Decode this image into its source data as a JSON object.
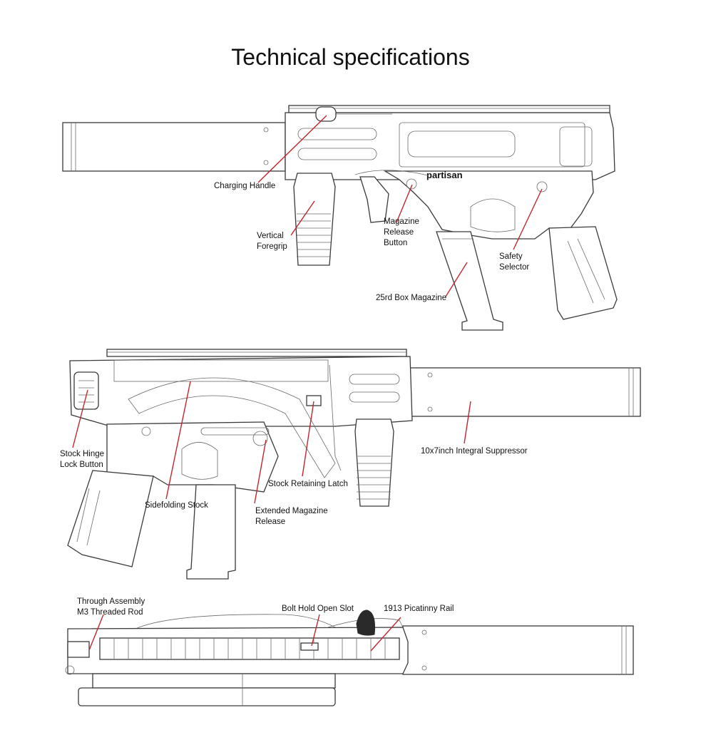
{
  "title": "Technical specifications",
  "accent_color": "#c0262d",
  "views": [
    {
      "name": "right-side-view",
      "callouts": [
        {
          "id": "charging-handle",
          "lines": [
            "Charging Handle"
          ]
        },
        {
          "id": "vertical-foregrip",
          "lines": [
            "Vertical",
            "Foregrip"
          ]
        },
        {
          "id": "magazine-release-button",
          "lines": [
            "Magazine",
            "Release",
            "Button"
          ]
        },
        {
          "id": "safety-selector",
          "lines": [
            "Safety",
            "Selector"
          ]
        },
        {
          "id": "box-magazine",
          "lines": [
            "25rd Box Magazine"
          ]
        }
      ]
    },
    {
      "name": "left-side-view",
      "callouts": [
        {
          "id": "stock-hinge-lock-button",
          "lines": [
            "Stock Hinge",
            "Lock Button"
          ]
        },
        {
          "id": "sidefolding-stock",
          "lines": [
            "Sidefolding Stock"
          ]
        },
        {
          "id": "extended-magazine-release",
          "lines": [
            "Extended Magazine",
            "Release"
          ]
        },
        {
          "id": "stock-retaining-latch",
          "lines": [
            "Stock Retaining Latch"
          ]
        },
        {
          "id": "integral-suppressor",
          "lines": [
            "10x7inch Integral Suppressor"
          ]
        }
      ]
    },
    {
      "name": "top-view",
      "callouts": [
        {
          "id": "through-assembly-rod",
          "lines": [
            "Through Assembly",
            "M3 Threaded Rod"
          ]
        },
        {
          "id": "bolt-hold-open-slot",
          "lines": [
            "Bolt Hold Open Slot"
          ]
        },
        {
          "id": "picatinny-rail",
          "lines": [
            "1913 Picatinny Rail"
          ]
        }
      ]
    }
  ]
}
